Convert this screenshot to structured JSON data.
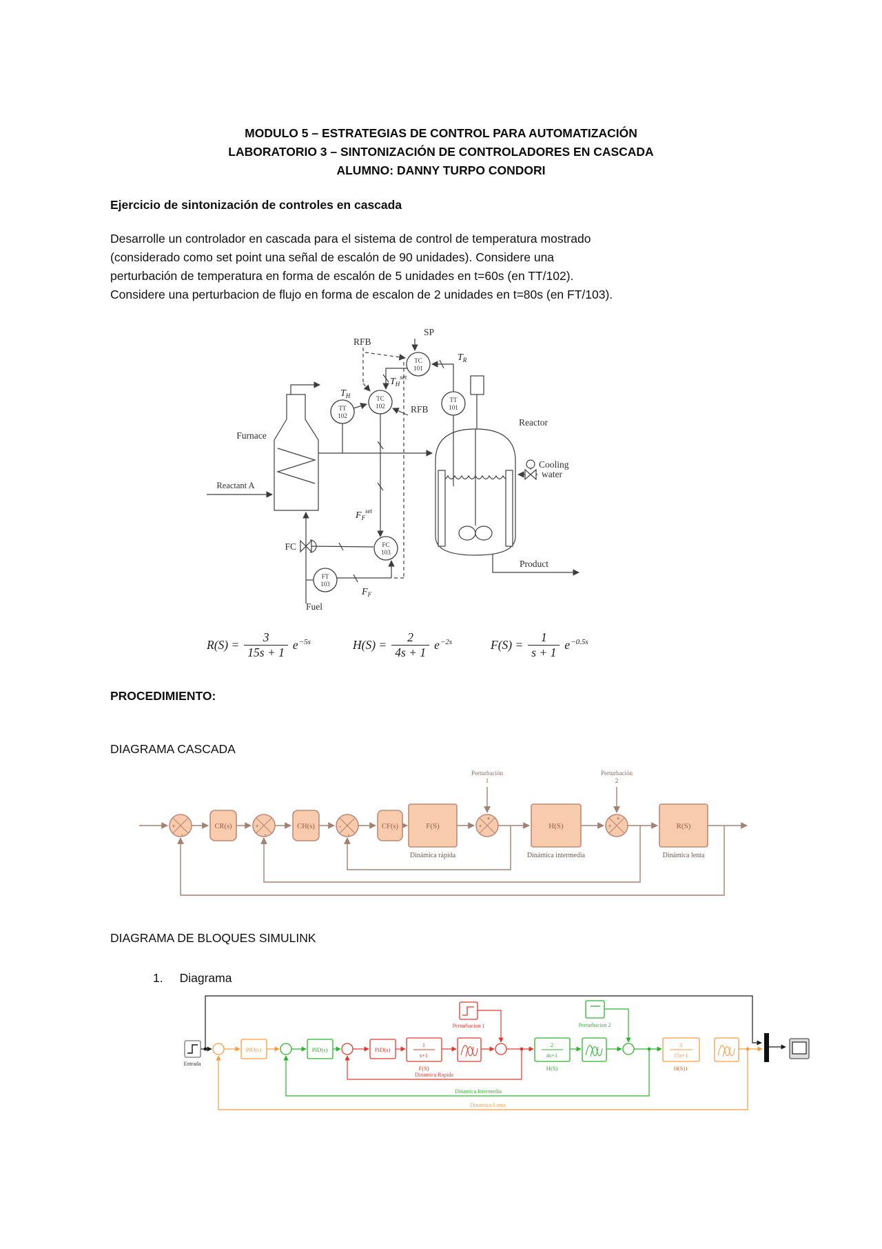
{
  "doc": {
    "title_line1": "MODULO 5 – ESTRATEGIAS DE CONTROL PARA AUTOMATIZACIÓN",
    "title_line2": "LABORATORIO 3 – SINTONIZACIÓN DE CONTROLADORES EN CASCADA",
    "title_line3": "ALUMNO: DANNY TURPO CONDORI",
    "section_heading": "Ejercicio de sintonización de controles en cascada",
    "paragraph_lines": [
      "Desarrolle un controlador en cascada para el sistema de control de temperatura mostrado",
      "(considerado como set point una señal de escalón de 90 unidades). Considere una",
      "perturbación de temperatura en forma de escalón de 5 unidades en t=60s (en TT/102).",
      "Considere una perturbacion de flujo en forma de escalon de 2 unidades en t=80s (en FT/103)."
    ],
    "procedure_heading": "PROCEDIMIENTO:",
    "cascade_heading": "DIAGRAMA CASCADA",
    "simulink_heading": "DIAGRAMA DE BLOQUES SIMULINK",
    "list_number": "1.",
    "list_item": "Diagrama"
  },
  "pid": {
    "furnace": "Furnace",
    "reactor": "Reactor",
    "reactant_a": "Reactant A",
    "fuel": "Fuel",
    "product": "Product",
    "cooling_line1": "Cooling",
    "cooling_line2": "water",
    "sp": "SP",
    "rfb_top": "RFB",
    "rfb_mid": "RFB",
    "fc_valve": "FC",
    "tags": {
      "tc101": [
        "TC",
        "101"
      ],
      "tc102": [
        "TC",
        "102"
      ],
      "tt102": [
        "TT",
        "102"
      ],
      "tt101": [
        "TT",
        "101"
      ],
      "fc103": [
        "FC",
        "103"
      ],
      "ft103": [
        "FT",
        "103"
      ]
    },
    "signals": {
      "t": "T",
      "f": "F",
      "sub_r": "R",
      "sub_h": "H",
      "sub_f": "F",
      "sup_set": "set"
    }
  },
  "equations": [
    {
      "lhs": "R(S) =",
      "num": "3",
      "den": "15s + 1",
      "base": "e",
      "exp": "−5s"
    },
    {
      "lhs": "H(S) =",
      "num": "2",
      "den": "4s + 1",
      "base": "e",
      "exp": "−2s"
    },
    {
      "lhs": "F(S) =",
      "num": "1",
      "den": "s + 1",
      "base": "e",
      "exp": "−0.5s"
    }
  ],
  "cascade": {
    "blocks": {
      "cr": "CR(s)",
      "ch": "CH(s)",
      "cf": "CF(s)",
      "f": "F(S)",
      "h": "H(S)",
      "r": "R(S)"
    },
    "captions": {
      "fast": "Dinámica rápida",
      "intermediate": "Dinámica intermedia",
      "slow": "Dinámica lenta"
    },
    "disturbance1_line1": "Perturbación",
    "disturbance1_line2": "1",
    "disturbance2_line1": "Perturbación",
    "disturbance2_line2": "2",
    "plus": "+",
    "minus": "-"
  },
  "simulink": {
    "input_label": "Entrada",
    "pid_label": "PID(s)",
    "tf_fast": {
      "num": "1",
      "den": "s+1",
      "label": "F(S)"
    },
    "tf_intermediate": {
      "num": "2",
      "den": "4s+1",
      "label": "H(S)"
    },
    "tf_slow": {
      "num": "3",
      "den": "15s+1",
      "label": "H(S)1"
    },
    "disturbance1": "Perturbacion 1",
    "disturbance2": "Perturbacion 2",
    "captions": {
      "fast": "Dinamica Rapida",
      "intermediate": "Dinamica Intermedia",
      "slow": "Dinamica Lenta"
    }
  },
  "colors": {
    "cascade_block_fill": "#f8cbad",
    "cascade_block_stroke": "#bd8a78",
    "cascade_wire": "#a3806f",
    "simulink_fast": "#e2382d",
    "simulink_intermediate": "#2cb42c",
    "simulink_slow": "#f79b3e",
    "ink": "#3d3d3d"
  }
}
